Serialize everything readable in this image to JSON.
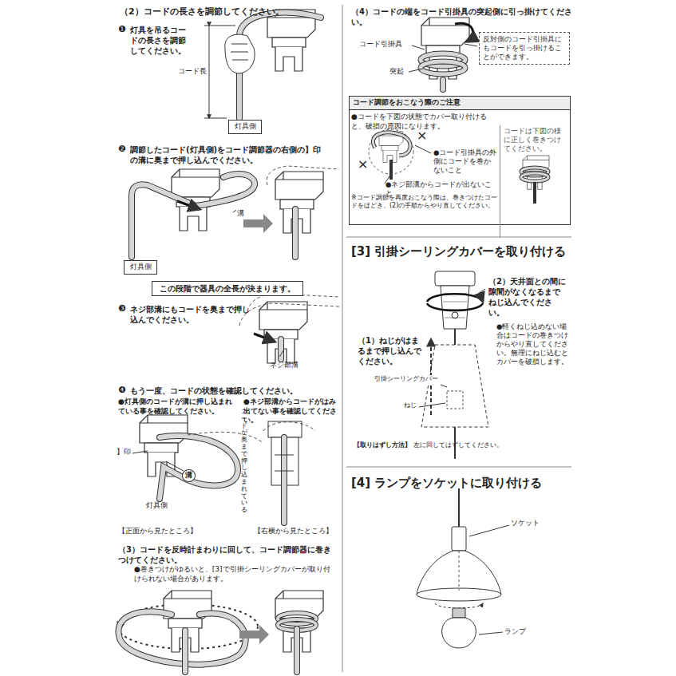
{
  "diagram": {
    "nodes": [
      {
        "text": [
          "灯具側"
        ]
      },
      {
        "text": [
          "灯具側"
        ]
      },
      {
        "text": [
          "この段階で器具の全長が決まります。"
        ]
      },
      {
        "text": [
          "反対側のコード引掛具にもコードを引っ掛けることができます。"
        ]
      },
      {
        "text": [
          "コード調節をおこなう際のご注意"
        ]
      },
      {
        "text": [
          "コードは下図の様に正しく巻きつけてください。"
        ],
        "in": 4
      }
    ],
    "labels": [
      "（2）コードの長さを調節してください。",
      "❶",
      "灯具を吊るコードの長さを調節してください。",
      "コード長",
      "❷",
      "調節したコード(灯具側)をコード調節器の右側の】印の溝に奥まで押し込んでください。",
      "溝",
      "❸",
      "ネジ部溝にもコードを奥まで押し込んでください。",
      "ネジ部溝",
      "❹",
      "もう一度、コードの状態を確認してください。",
      "●灯具側のコードが溝に押し込まれている事を確認してください。",
      "●ネジ部溝からコードがはみ出てない事を確認してください。",
      "】印",
      "溝",
      "灯具側",
      "【正面から見たところ】",
      "コードが奥まで押し込まれている",
      "【右横から見たところ】",
      "（3）コードを反時計まわりに回して、コード調節器に巻きつけてください。",
      "●巻きつけがゆるいと、[3]で引掛シーリングカバーが取り付けられない場合があります。",
      "（4）コードの端をコード引掛具の突起側に引っ掛けてください。",
      "コード引掛具",
      "突起",
      "●コードを下図の状態でカバー取り付けると、破損の原因になります。",
      "×",
      "●コード引掛具の外側にコードを巻かないこと",
      "×",
      "●ネジ部溝からコードが出ないこと",
      "※コード調節を再度おこなう際は、巻きつけたコードをほどき、(2)の手順からやり直してください。",
      "[3] 引掛シーリングカバーを取り付ける",
      "（2）天井面との間に隙間がなくなるまでねじ込んでください。",
      "●軽くねじ込めない場合はコードの巻きつけからやり直してください。無理にねじ込むとカバーを破損します。",
      "（1）ねじがはまるまで押し込んでください。",
      "引掛シーリングカバー",
      "ねじ",
      "【取りはずし方法】",
      "左に回してはずしてください。",
      "[4] ランプをソケットに取り付ける",
      "ソケット",
      "ランプ"
    ]
  }
}
